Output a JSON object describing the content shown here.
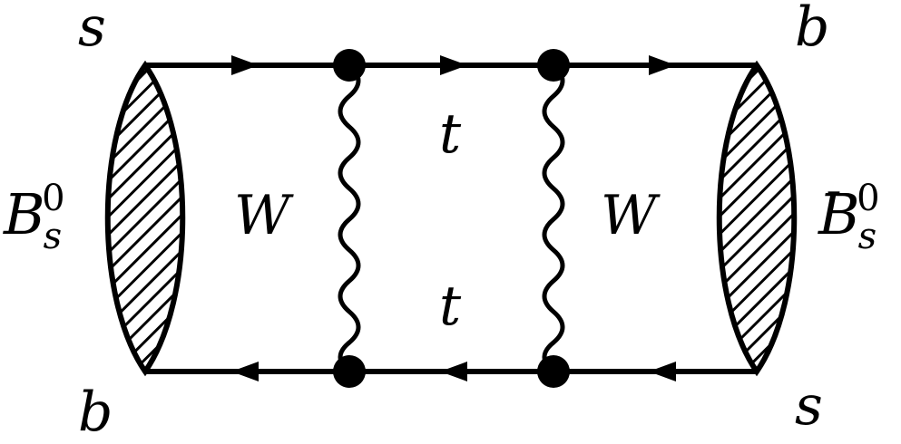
{
  "diagram": {
    "colors": {
      "line": "#000000",
      "background": "#ffffff"
    },
    "quarks": {
      "top_left": "s",
      "bottom_left": "b",
      "top_right": "b",
      "bottom_right": "s"
    },
    "mesons": {
      "left": {
        "base": "B",
        "sub": "s",
        "sup": "0"
      },
      "right": {
        "bar": "¯",
        "base": "B",
        "sub": "s",
        "sup": "0"
      }
    },
    "bosons": {
      "left": "W",
      "right": "W"
    },
    "internal": {
      "top": "t",
      "bottom": "t"
    }
  }
}
